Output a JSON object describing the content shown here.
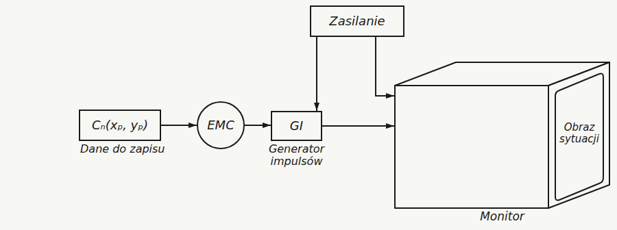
{
  "diagram": {
    "nodes": [
      {
        "text": [
          "Cₙ(xₚ, yₚ)",
          "Dane do zapisu"
        ]
      },
      {
        "text": [
          "EMC"
        ]
      },
      {
        "text": [
          "Zasilanie"
        ]
      },
      {
        "text": [
          "GI",
          "Generator impulsów"
        ]
      },
      {
        "text": [
          "Obraz sytuacji",
          "Monitor"
        ]
      }
    ],
    "edges": [
      {
        "from": 0,
        "to": 1,
        "arrow": "to"
      },
      {
        "from": 1,
        "to": 3,
        "arrow": "to"
      },
      {
        "from": 2,
        "to": 3,
        "arrow": "to"
      },
      {
        "from": 3,
        "to": 4,
        "arrow": "to"
      },
      {
        "from": 2,
        "to": 4,
        "arrow": "to"
      }
    ]
  }
}
